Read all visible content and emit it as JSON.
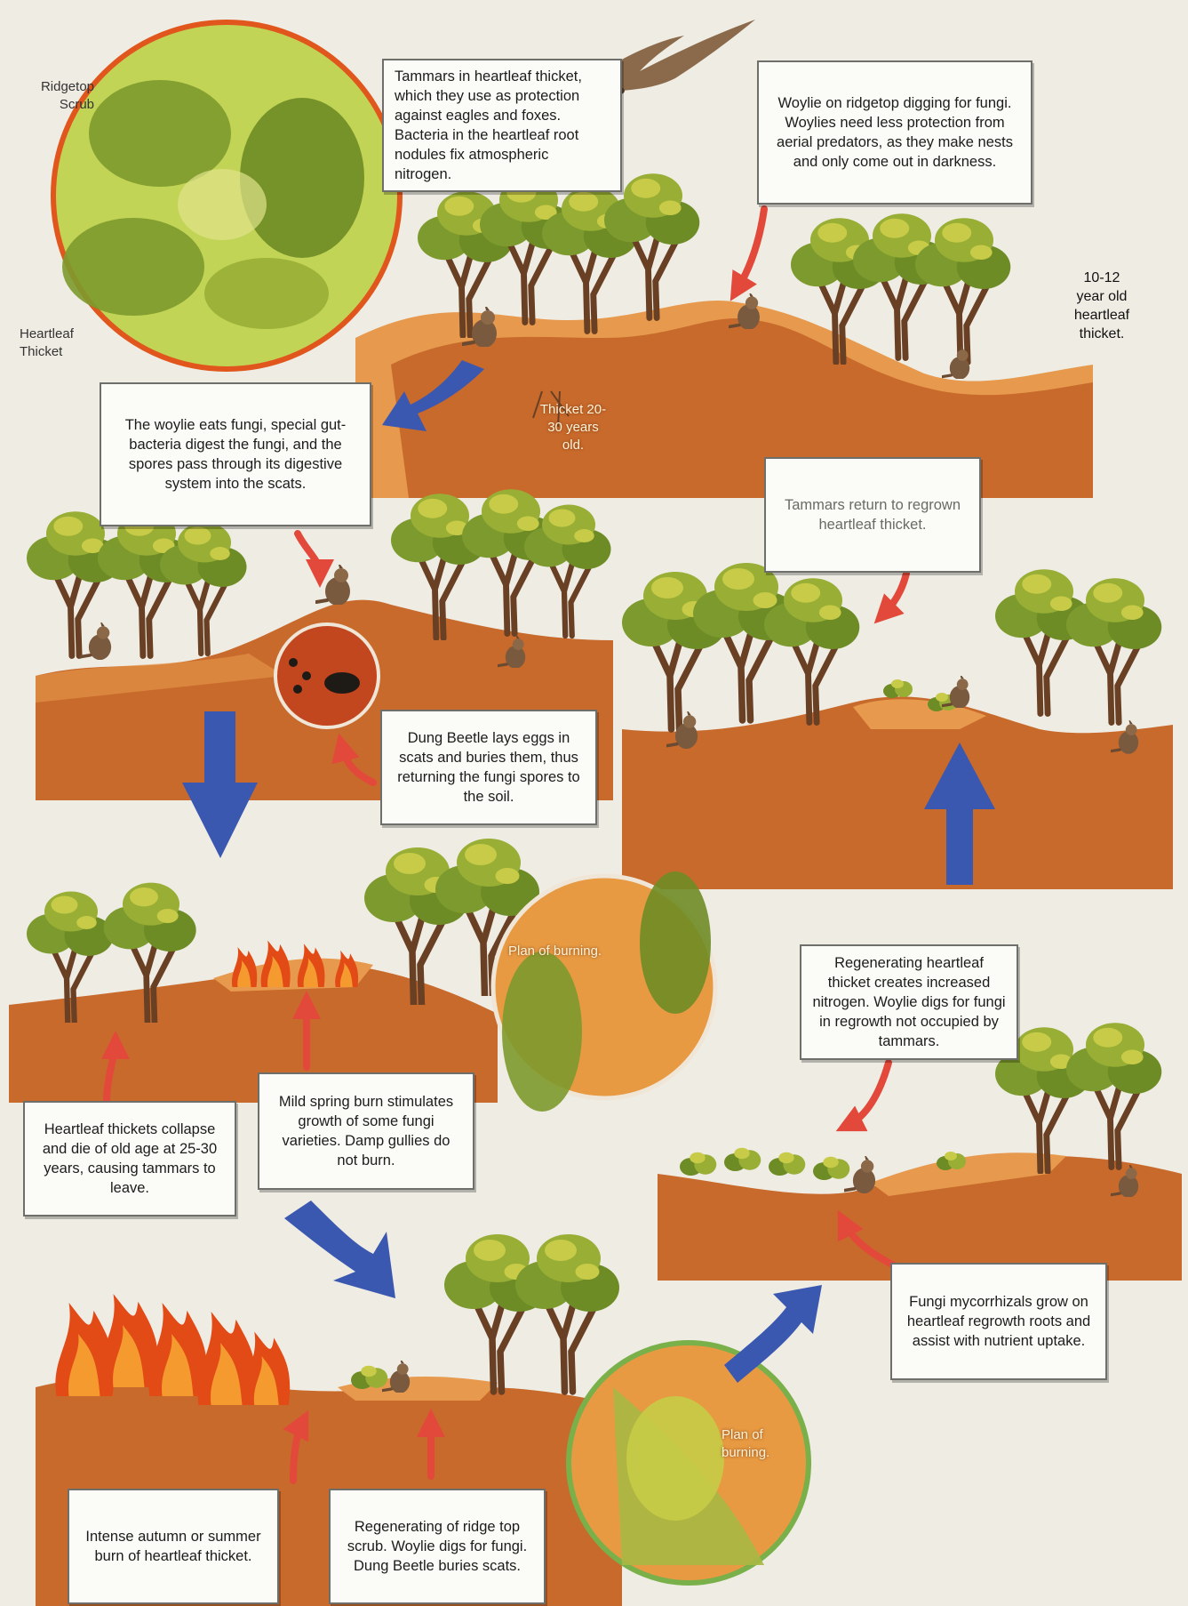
{
  "labels": {
    "ridgetop_scrub": "Ridgetop Scrub",
    "heartleaf_thicket": "Heartleaf Thicket",
    "thicket_age": "Thicket 20-30 years old.",
    "regrowth_age": "10-12 year old heartleaf thicket.",
    "plan_burning_1": "Plan of burning.",
    "plan_burning_2": "Plan of burning."
  },
  "captions": {
    "tammars_thicket": "Tammars in heartleaf thicket, which they use as protection against eagles and foxes. Bacteria in the heartleaf root nodules fix atmospheric nitrogen.",
    "woylie_ridgetop": "Woylie on ridgetop digging for fungi. Woylies need less protection from aerial predators, as they make nests and only come out in darkness.",
    "woylie_eats": "The woylie eats fungi, special gut-bacteria digest the fungi, and the spores pass through its digestive system into the scats.",
    "tammars_return": "Tammars return to regrown heartleaf thicket.",
    "dung_beetle": "Dung Beetle lays eggs in scats and buries them, thus returning the fungi spores to the soil.",
    "regen_thicket": "Regenerating heartleaf thicket creates increased nitrogen. Woylie digs for fungi in regrowth not occupied by tammars.",
    "mild_burn": "Mild spring burn stimulates growth of some fungi varieties. Damp gullies do not burn.",
    "collapse": "Heartleaf thickets collapse and die of old age at 25-30 years, causing tammars to leave.",
    "mycorrhizals": "Fungi mycorrhizals grow on heartleaf regrowth roots and assist with nutrient uptake.",
    "intense_burn": "Intense autumn or summer burn of heartleaf thicket.",
    "regen_ridge": "Regenerating of ridge top scrub. Woylie digs for fungi. Dung Beetle buries scats."
  },
  "colors": {
    "background": "#efece4",
    "soil": "#c86a2c",
    "soil_light": "#e79a4d",
    "foliage": "#7d9a2e",
    "foliage_light": "#c7cb47",
    "trunk": "#6a4024",
    "cycle_arrow": "#3b58b0",
    "pointer_arrow": "#e2493a",
    "fire": "#e24a16",
    "circle_border": "#e0561c"
  }
}
